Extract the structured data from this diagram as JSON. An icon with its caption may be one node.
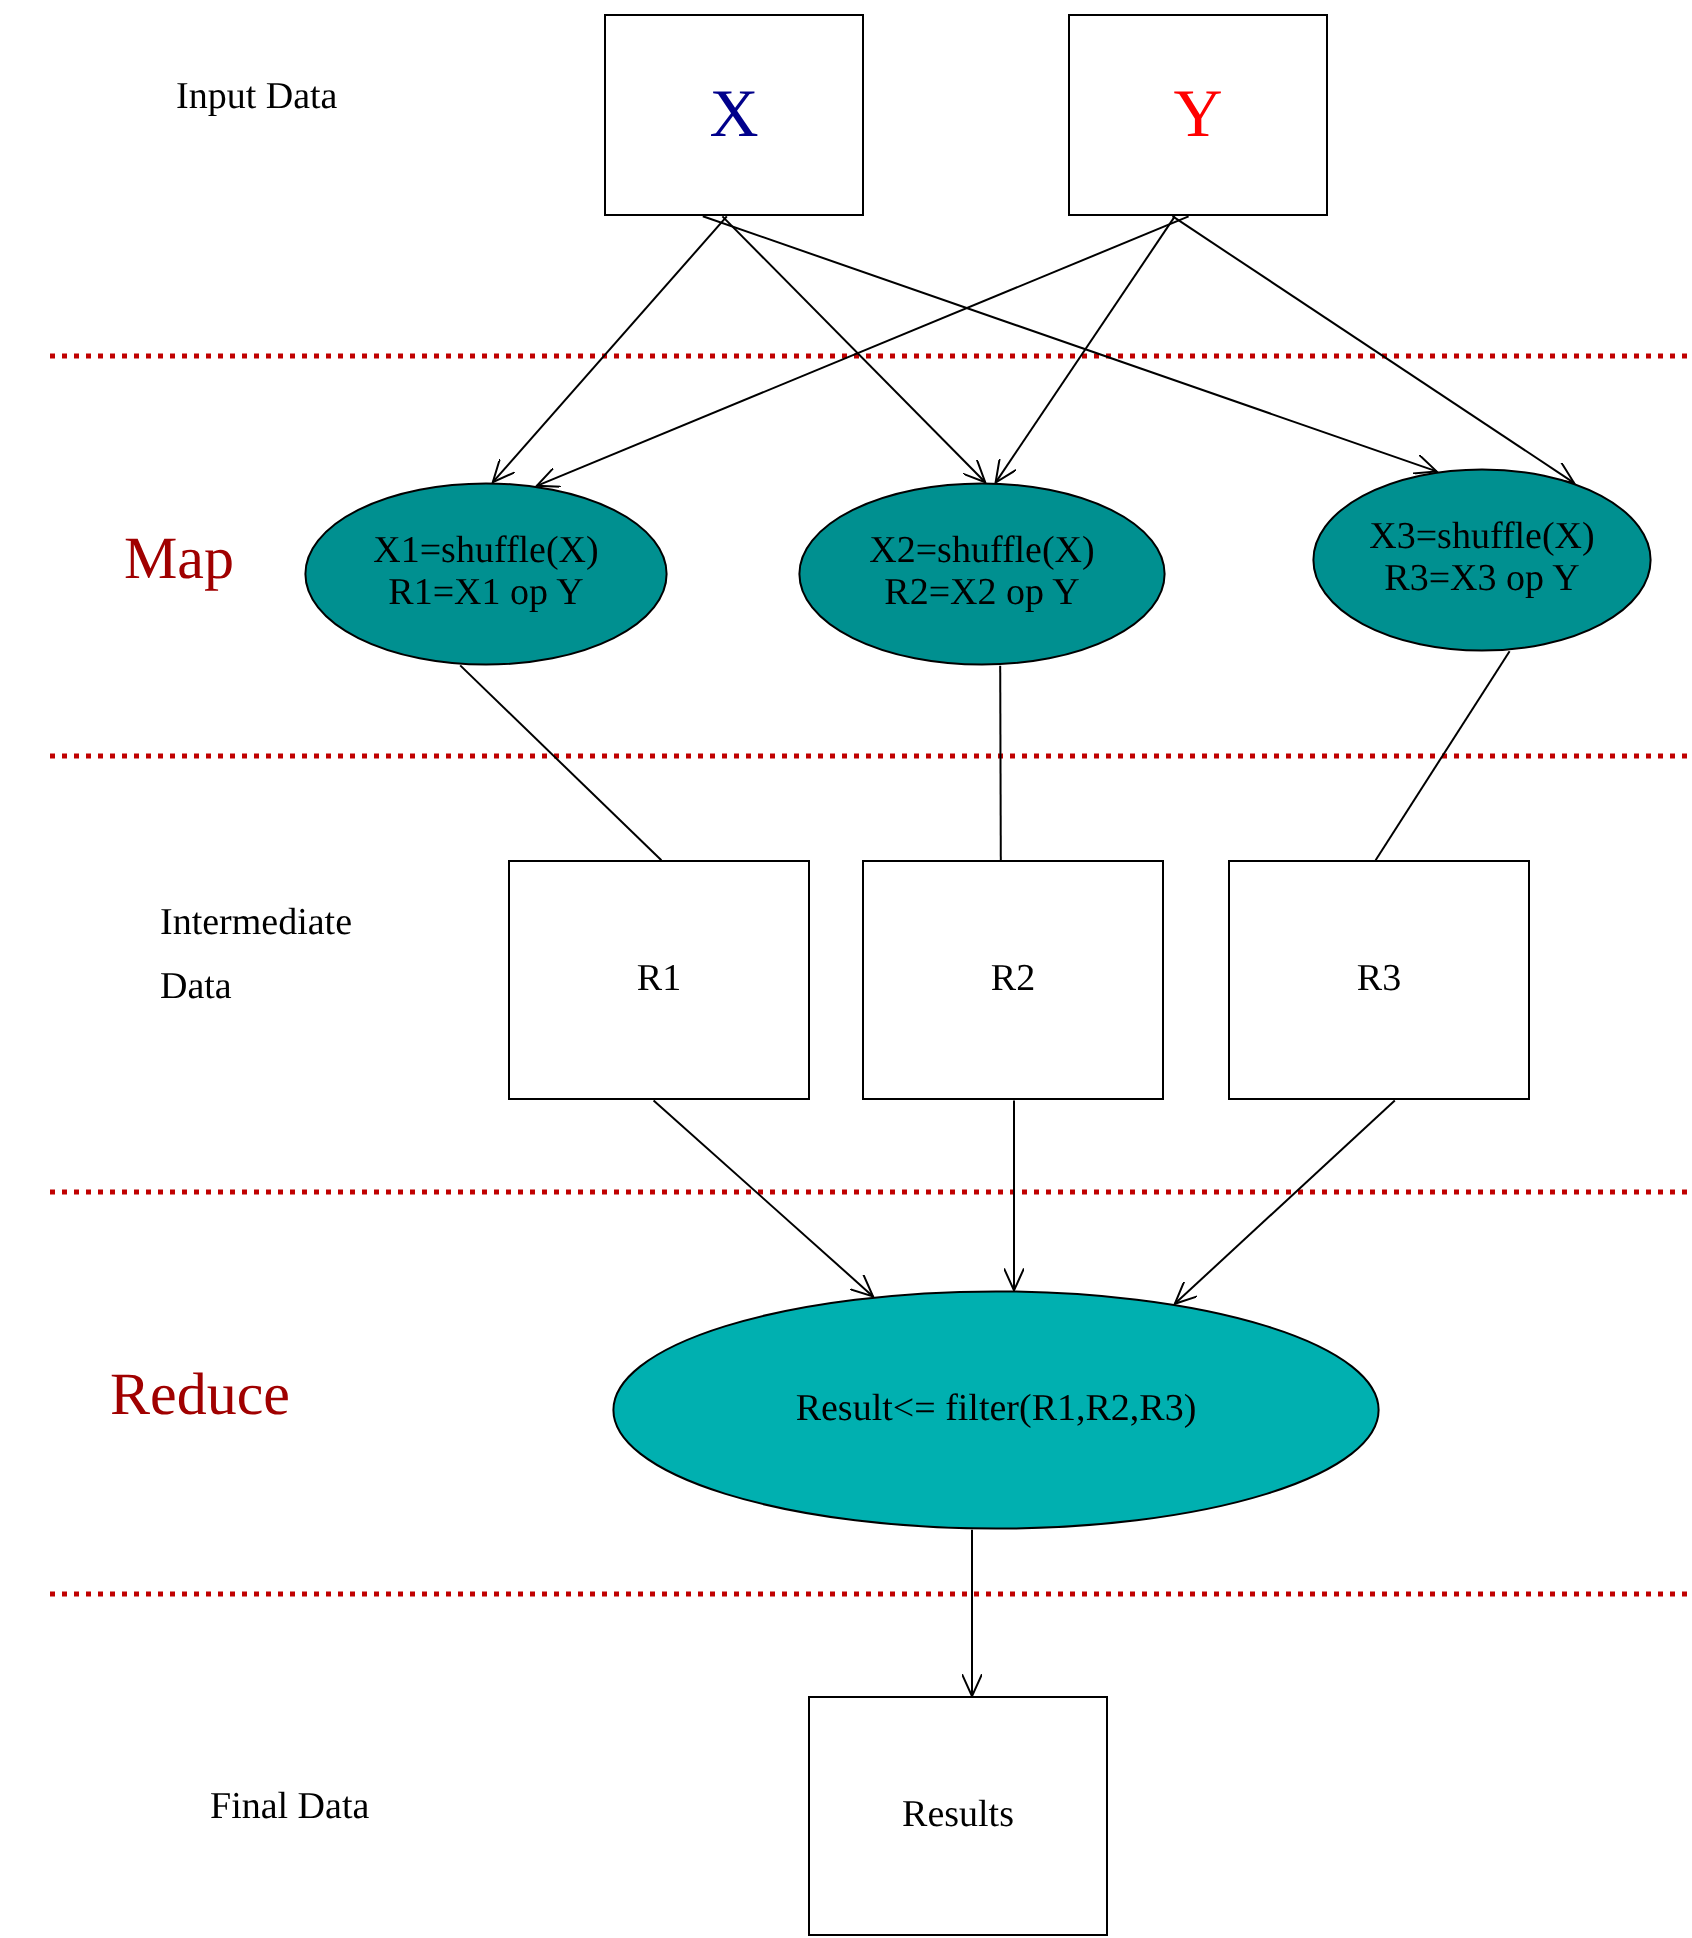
{
  "diagram": {
    "nodes": [
      {
        "text": [
          "X"
        ]
      },
      {
        "text": [
          "Y"
        ]
      },
      {
        "text": [
          "X1=shuffle(X) R1=X1 op Y"
        ]
      },
      {
        "text": [
          "X2=shuffle(X) R2=X2 op Y"
        ]
      },
      {
        "text": [
          "X3=shuffle(X) R3=X3 op Y"
        ]
      },
      {
        "text": [
          "R1"
        ]
      },
      {
        "text": [
          "R2"
        ]
      },
      {
        "text": [
          "R3"
        ]
      },
      {
        "text": [
          "Result<= filter(R1,R2,R3)"
        ]
      },
      {
        "text": [
          "Results"
        ]
      }
    ],
    "edges": [
      {
        "from": 0,
        "to": 2,
        "arrow": "to"
      },
      {
        "from": 0,
        "to": 3,
        "arrow": "to"
      },
      {
        "from": 0,
        "to": 4,
        "arrow": "to"
      },
      {
        "from": 1,
        "to": 2,
        "arrow": "to"
      },
      {
        "from": 1,
        "to": 3,
        "arrow": "to"
      },
      {
        "from": 1,
        "to": 4,
        "arrow": "to"
      },
      {
        "from": 2,
        "to": 5,
        "arrow": "none"
      },
      {
        "from": 3,
        "to": 6,
        "arrow": "none"
      },
      {
        "from": 4,
        "to": 7,
        "arrow": "none"
      },
      {
        "from": 5,
        "to": 8,
        "arrow": "to"
      },
      {
        "from": 6,
        "to": 8,
        "arrow": "to"
      },
      {
        "from": 7,
        "to": 8,
        "arrow": "to"
      },
      {
        "from": 8,
        "to": 9,
        "arrow": "to"
      }
    ],
    "labels": [
      "Input Data",
      "Map",
      "Intermediate Data",
      "Reduce",
      "Final Data"
    ]
  }
}
